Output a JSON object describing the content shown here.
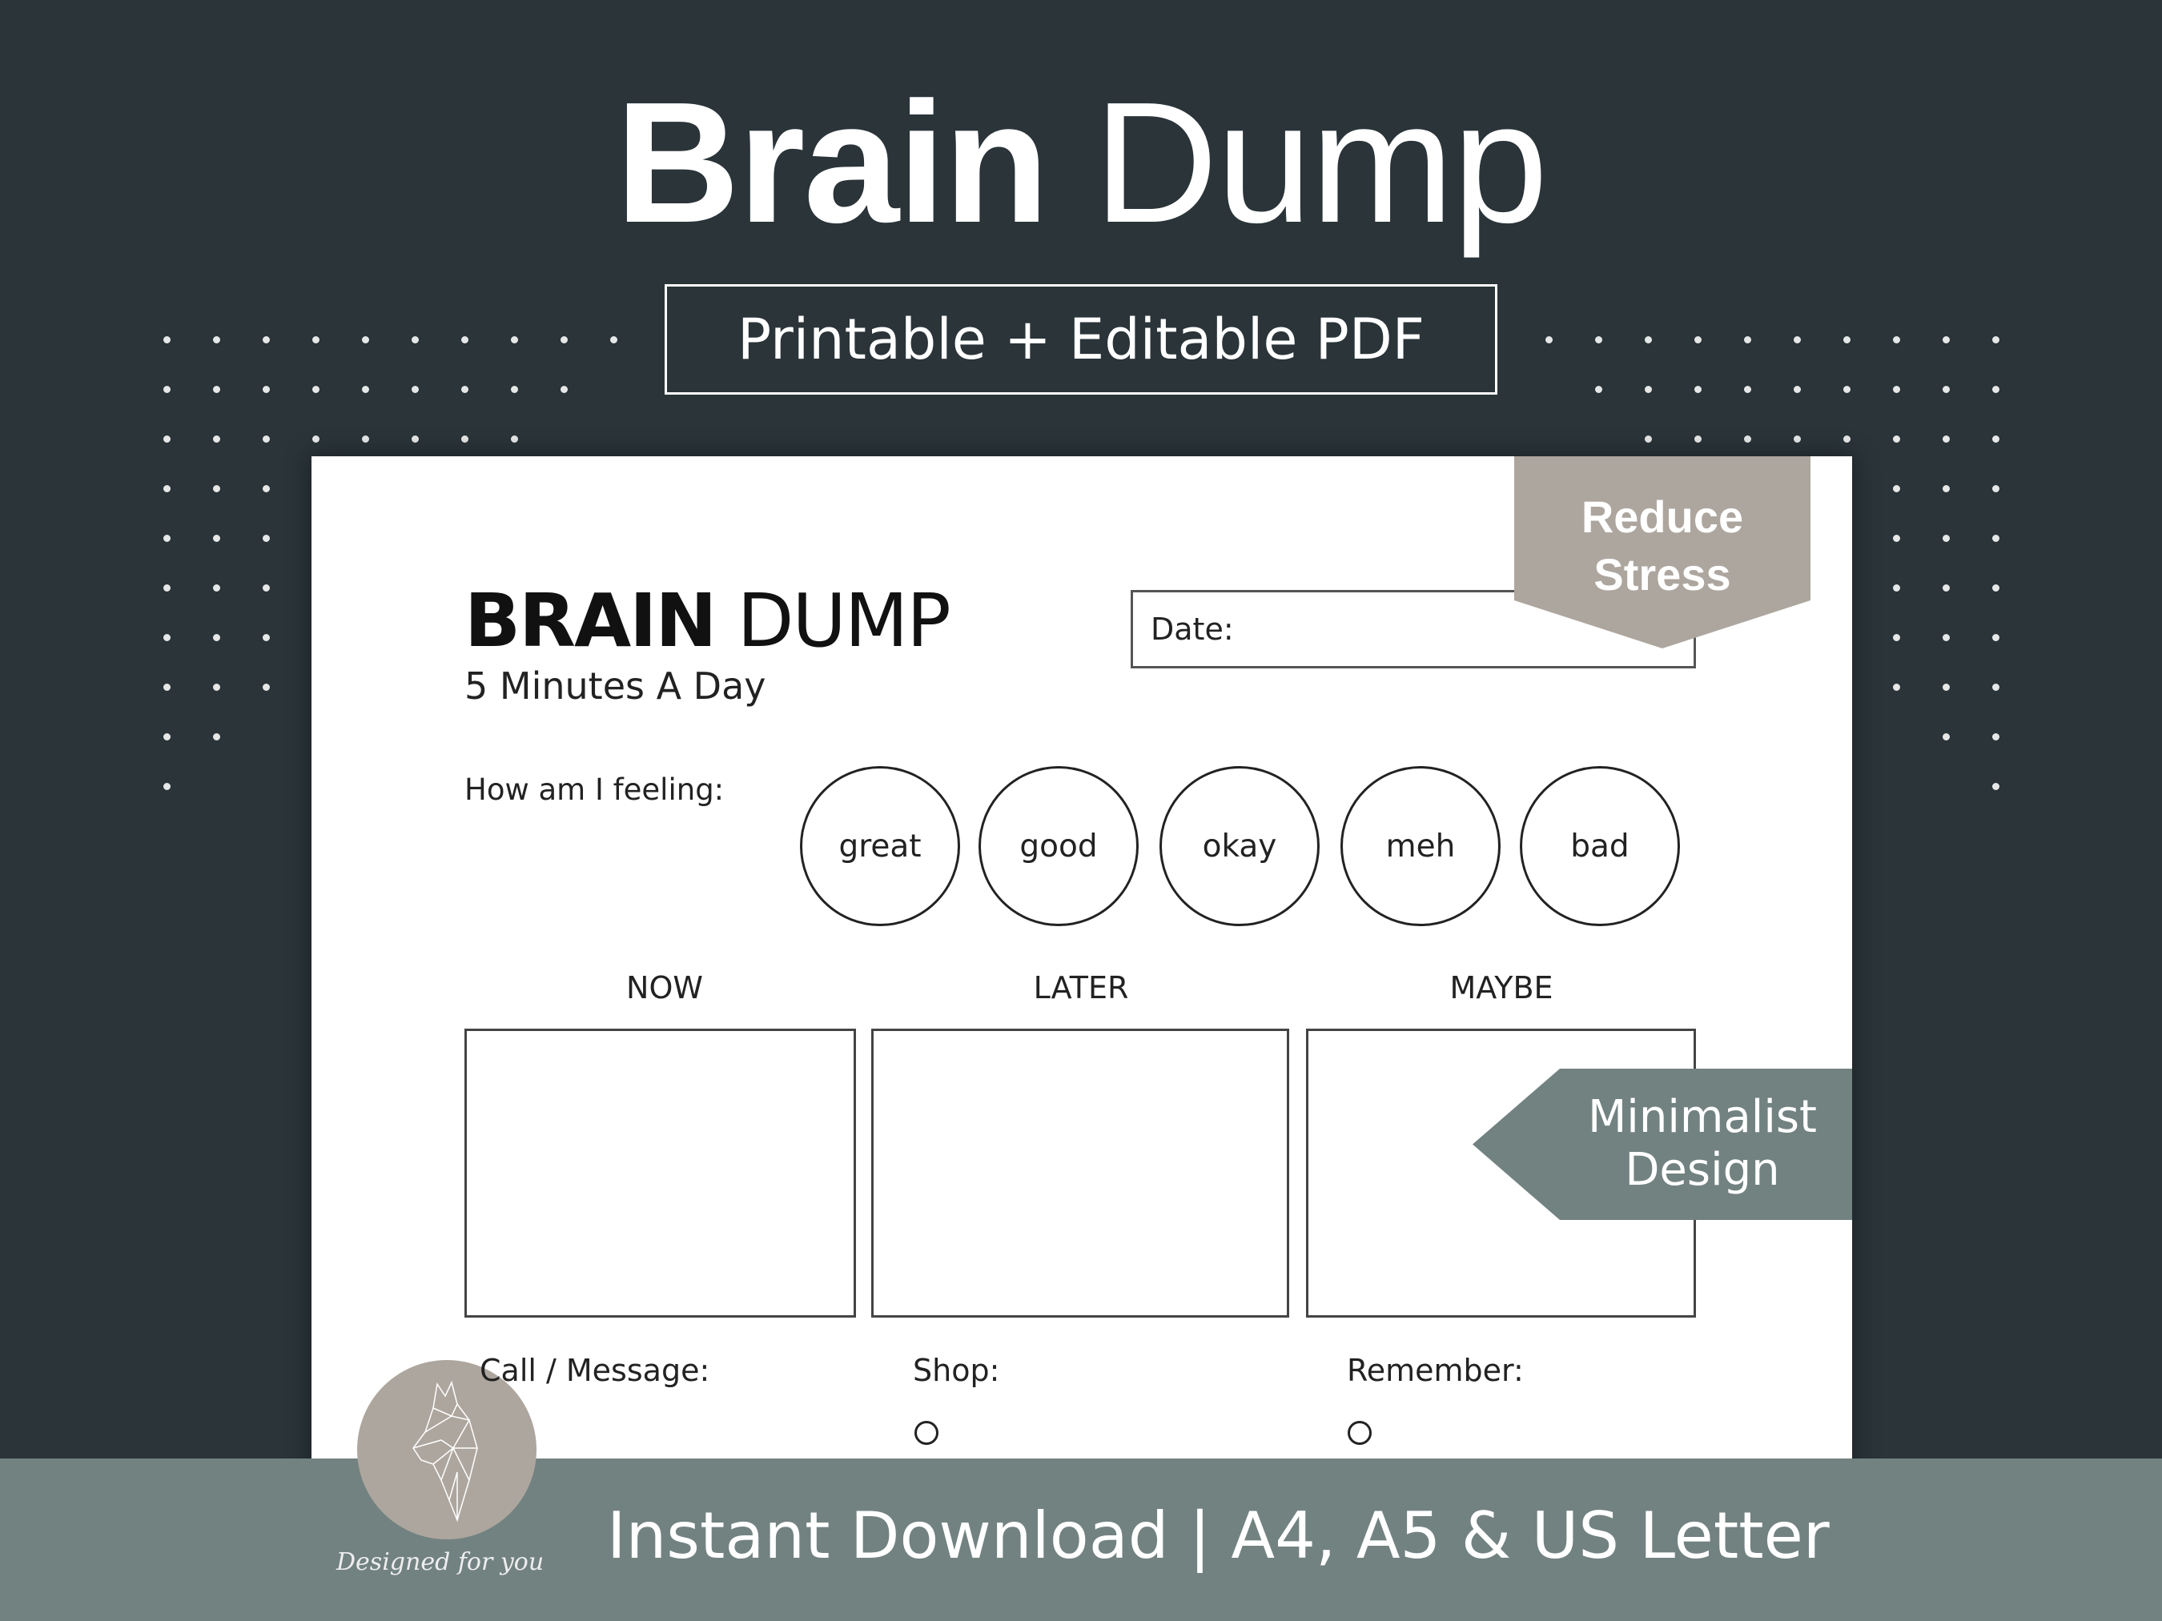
{
  "header": {
    "title_bold": "Brain",
    "title_light": "Dump",
    "subtitle": "Printable + Editable PDF"
  },
  "sheet": {
    "heading_bold": "BRAIN",
    "heading_light": "DUMP",
    "tagline": "5 Minutes A Day",
    "date_label": "Date:",
    "feeling_label": "How am I feeling:",
    "moods": [
      "great",
      "good",
      "okay",
      "meh",
      "bad"
    ],
    "columns": [
      "NOW",
      "LATER",
      "MAYBE"
    ],
    "lists": [
      "Call / Message:",
      "Shop:",
      "Remember:"
    ]
  },
  "badges": {
    "reduce": [
      "Reduce",
      "Stress"
    ],
    "minimalist": [
      "Minimalist",
      "Design"
    ],
    "reduce_color": "#ada69e",
    "minimalist_color": "#728281"
  },
  "footer": {
    "text": "Instant Download | A4, A5 & US Letter",
    "logo_script": "Designed for you"
  },
  "colors": {
    "background": "#2a3439",
    "footer": "#728281",
    "logo": "#ada69e"
  }
}
